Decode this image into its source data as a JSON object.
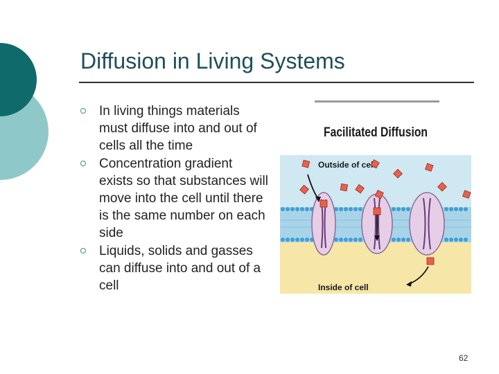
{
  "slide": {
    "title": "Diffusion in Living Systems",
    "page_number": "62"
  },
  "bullets": [
    "In living things materials must diffuse into and out of cells all the time",
    "Concentration gradient exists so that substances will move into the cell until there is the same number on each side",
    "Liquids, solids and gasses can diffuse into and out of a cell"
  ],
  "figure": {
    "caption": "Facilitated Diffusion",
    "outside_label": "Outside of cell",
    "inside_label": "Inside of cell",
    "colors": {
      "outside": "#cfe8f2",
      "inside": "#f6e7a8",
      "membrane": "#3f9fd2",
      "protein": "#e6cfe6",
      "molecule": "#e8604e"
    }
  },
  "theme": {
    "accent_dark": "#0f6b6b",
    "accent_light": "#8fc8c8"
  }
}
